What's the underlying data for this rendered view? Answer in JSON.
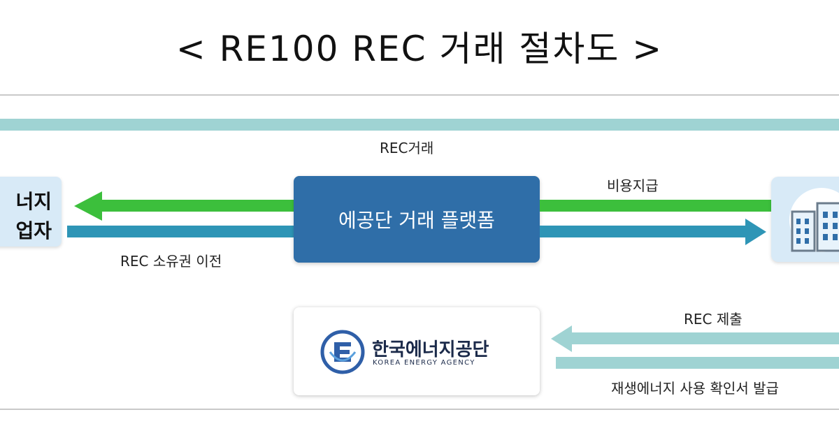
{
  "title": "< RE100 REC 거래 절차도 >",
  "left_entity": {
    "line1": "너지",
    "line2": "업자"
  },
  "platform": {
    "label": "에공단 거래 플랫폼"
  },
  "agency": {
    "name": "한국에너지공단",
    "name_en": "KOREA ENERGY AGENCY"
  },
  "flows": {
    "rec_trade": "REC거래",
    "payment": "비용지급",
    "rec_transfer": "REC 소유권 이전",
    "rec_submit": "REC 제출",
    "certificate_issue": "재생에너지 사용 확인서 발급"
  },
  "colors": {
    "teal_bar": "#9fd3d3",
    "green_arrow": "#3cbf3c",
    "blue_arrow": "#2e95b6",
    "platform_box": "#2f6ea8",
    "entity_box": "#d8eaf7"
  },
  "icons": {
    "right_entity": "building-icon",
    "agency_logo": "energy-agency-logo-icon"
  }
}
